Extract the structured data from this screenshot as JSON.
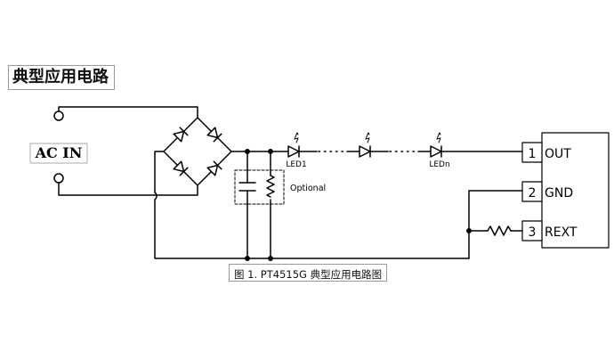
{
  "section_title": "典型应用电路",
  "caption": "图 1. PT4515G 典型应用电路图",
  "input": {
    "label": "AC IN"
  },
  "optional_label": "Optional",
  "leds": {
    "first": "LED1",
    "last": "LEDn"
  },
  "ic_pins": [
    {
      "number": "1",
      "name": "OUT"
    },
    {
      "number": "2",
      "name": "GND"
    },
    {
      "number": "3",
      "name": "REXT"
    }
  ]
}
